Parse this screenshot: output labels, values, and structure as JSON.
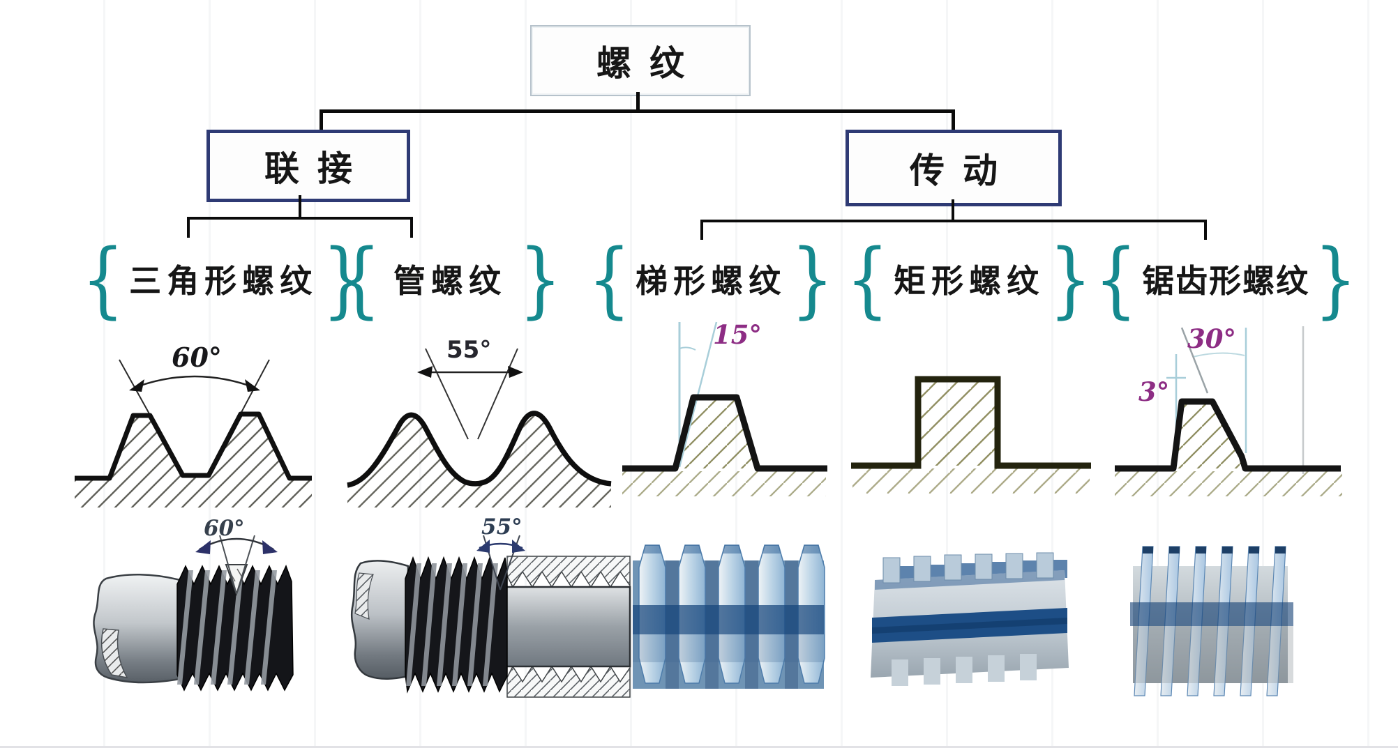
{
  "diagram": {
    "root": {
      "label": "螺纹"
    },
    "branches": [
      {
        "label": "联接"
      },
      {
        "label": "传动"
      }
    ],
    "types": [
      {
        "label": "三角形螺纹"
      },
      {
        "label": "管螺纹"
      },
      {
        "label": "梯形螺纹"
      },
      {
        "label": "矩形螺纹"
      },
      {
        "label": "锯齿形螺纹"
      }
    ],
    "brace_open": "{",
    "brace_close": "}"
  },
  "annotations": {
    "profile_triangular_angle": "60°",
    "profile_pipe_angle": "55°",
    "profile_trapezoidal_angle": "15°",
    "profile_buttress_flank_angle": "30°",
    "profile_buttress_lead_angle": "3°",
    "photo_triangular_angle": "60°",
    "photo_pipe_angle": "55°"
  },
  "colors": {
    "root_box_border": "#b6c2cb",
    "branch_box_border": "#2e3a74",
    "connector": "#0b0b0b",
    "brace_teal": "#15898e",
    "angle_purple": "#8d2d84",
    "reference_blue": "#a8ced9",
    "hatch_gray": "#61615a",
    "hatch_olive": "#8e8d60",
    "photo_navy_band": "#1d4e86",
    "photo_blue": "#8fb4d4"
  }
}
